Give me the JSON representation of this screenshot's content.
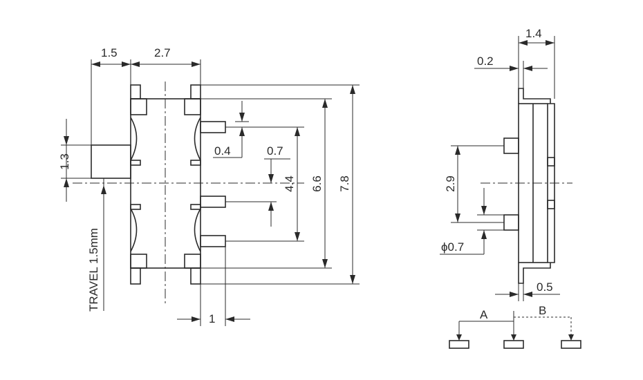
{
  "dimensions": {
    "d_1_5": "1.5",
    "d_2_7": "2.7",
    "d_1_3": "1.3",
    "d_travel": "TRAVEL 1.5mm",
    "d_0_4": "0.4",
    "d_0_7": "0.7",
    "d_4_4": "4.4",
    "d_6_6": "6.6",
    "d_7_8": "7.8",
    "d_1": "1",
    "d_1_4": "1.4",
    "d_0_2": "0.2",
    "d_2_9": "2.9",
    "d_phi_0_7": "ϕ0.7",
    "d_0_5": "0.5"
  },
  "circuit": {
    "label_a": "A",
    "label_b": "B"
  }
}
